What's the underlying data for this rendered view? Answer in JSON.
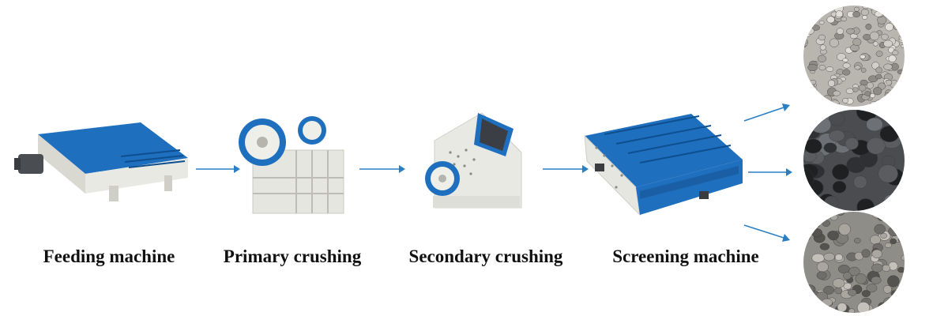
{
  "steps": [
    {
      "label": "Feeding machine",
      "icon": "vibrating-feeder-icon"
    },
    {
      "label": "Primary crushing",
      "icon": "jaw-crusher-icon"
    },
    {
      "label": "Secondary crushing",
      "icon": "impact-crusher-icon"
    },
    {
      "label": "Screening machine",
      "icon": "vibrating-screen-icon"
    }
  ],
  "products": [
    {
      "icon": "fine-aggregate-icon"
    },
    {
      "icon": "coarse-aggregate-icon"
    },
    {
      "icon": "medium-aggregate-icon"
    }
  ],
  "colors": {
    "accent_blue": "#1f6fbf",
    "machine_body": "#e9e9e4",
    "arrow": "#2a7fc4",
    "text": "#111111"
  }
}
